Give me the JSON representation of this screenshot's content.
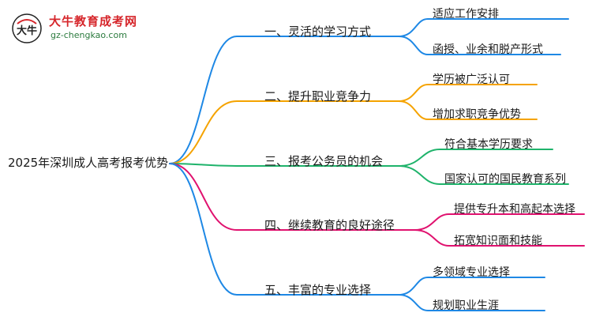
{
  "logo": {
    "title": "大牛教育成考网",
    "url": "gz-chengkao.com",
    "mark_text": "大牛"
  },
  "root": "2025年深圳成人高考报考优势",
  "colors": {
    "branch_1": "#1e88e5",
    "branch_2": "#f5a300",
    "branch_3": "#1fb36b",
    "branch_4": "#e0126f",
    "branch_5": "#1e88e5"
  },
  "branches": [
    {
      "label": "一、灵活的学习方式",
      "children": [
        "适应工作安排",
        "函授、业余和脱产形式"
      ]
    },
    {
      "label": "二、提升职业竞争力",
      "children": [
        "学历被广泛认可",
        "增加求职竞争优势"
      ]
    },
    {
      "label": "三、报考公务员的机会",
      "children": [
        "符合基本学历要求",
        "国家认可的国民教育系列"
      ]
    },
    {
      "label": "四、继续教育的良好途径",
      "children": [
        "提供专升本和高起本选择",
        "拓宽知识面和技能"
      ]
    },
    {
      "label": "五、丰富的专业选择",
      "children": [
        "多领域专业选择",
        "规划职业生涯"
      ]
    }
  ]
}
